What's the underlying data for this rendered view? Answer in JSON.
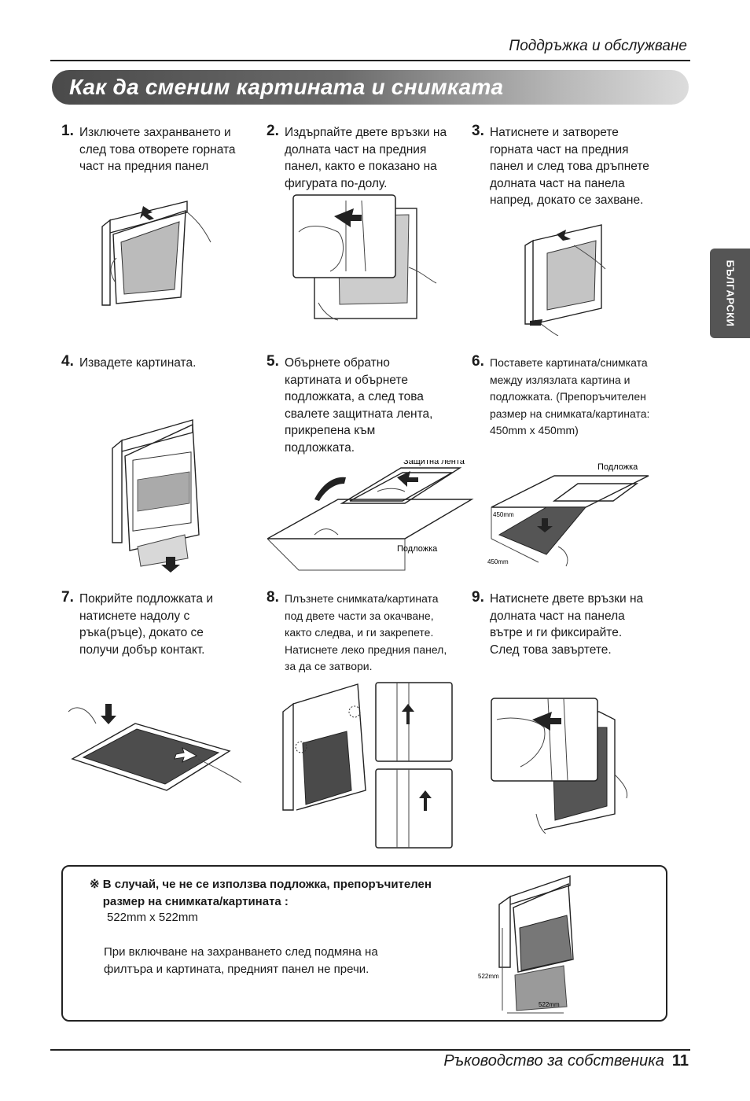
{
  "header": {
    "section": "Поддръжка и обслужване"
  },
  "title": "Как да сменим картината и снимката",
  "side_tab": "БЪЛГАРСКИ",
  "steps": [
    {
      "num": "1.",
      "text": "Изключете захранването и\nслед това отворете горната\nчаст на предния панел"
    },
    {
      "num": "2.",
      "text": "Издърпайте двете връзки на\nдолната част на предния\nпанел, както е показано на\nфигурата по-долу."
    },
    {
      "num": "3.",
      "text": "Натиснете и затворете\nгорната част на предния\nпанел и след това дръпнете\nдолната част на панела\nнапред, докато се захване."
    },
    {
      "num": "4.",
      "text": "Извадете картината."
    },
    {
      "num": "5.",
      "text": "Обърнете обратно\nкартината и обърнете\nподложката, а след това\nсвалете защитната лента,\nприкрепена към\nподложката."
    },
    {
      "num": "6.",
      "text": "Поставете картината/снимката\nмежду излязлата картина и\nподложката. (Препоръчителен\nразмер на снимката/картината:\n450mm x 450mm)"
    },
    {
      "num": "7.",
      "text": "Покрийте подложката и\nнатиснете надолу с\nръка(ръце), докато се\nполучи добър контакт."
    },
    {
      "num": "8.",
      "text": "Плъзнете снимката/картината\nпод двете части за окачване,\nкакто следва, и ги закрепете.\nНатиснете леко предния панел,\nза да се затвори."
    },
    {
      "num": "9.",
      "text": "Натиснете двете връзки на\nдолната част на панела\nвътре и ги фиксирайте.\nСлед това завъртете."
    }
  ],
  "figure_labels": {
    "protective_tape": "Защитна лента",
    "backing_5": "Подложка",
    "backing_6": "Подложка",
    "dim_450_a": "450mm",
    "dim_450_b": "450mm",
    "dim_522_a": "522mm",
    "dim_522_b": "522mm"
  },
  "note": {
    "symbol": "※",
    "heading": "В случай, че не се използва подложка, препоръчителен\nразмер на снимката/картината :",
    "size": "522mm x 522mm",
    "body": "При включване на захранването след подмяна на\nфилтъра и картината, предният панел не пречи."
  },
  "footer": {
    "text": "Ръководство за собственика",
    "page": "11"
  }
}
